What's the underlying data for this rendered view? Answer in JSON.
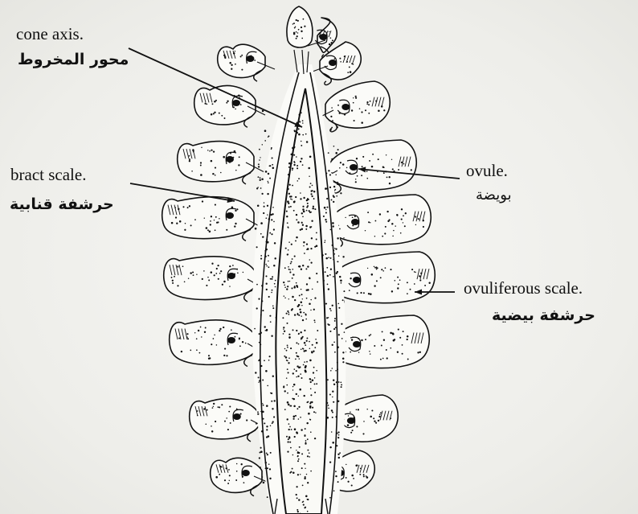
{
  "labels": {
    "cone_axis": {
      "en": "cone axis.",
      "ar": "محور المخروط"
    },
    "bract_scale": {
      "en": "bract scale.",
      "ar": "حرشفة قنابية"
    },
    "ovule": {
      "en": "ovule.",
      "ar": "بويضة"
    },
    "ovuliferous_scale": {
      "en": "ovuliferous scale.",
      "ar": "حرشفة بيضية"
    }
  },
  "colors": {
    "ink": "#111111",
    "paper": "#f2f2ef"
  }
}
